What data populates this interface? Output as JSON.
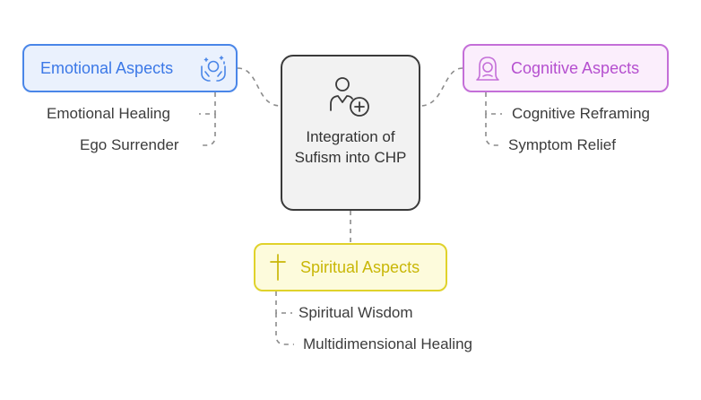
{
  "center": {
    "title": "Integration of Sufism into CHP",
    "icon": "person-plus-icon"
  },
  "branches": {
    "emotional": {
      "label": "Emotional Aspects",
      "icon": "hands-sparkle-icon",
      "color": "#4a86e8",
      "items": [
        "Emotional Healing",
        "Ego Surrender"
      ]
    },
    "cognitive": {
      "label": "Cognitive Aspects",
      "icon": "hooded-person-icon",
      "color": "#c46fd8",
      "items": [
        "Cognitive Reframing",
        "Symptom Relief"
      ]
    },
    "spiritual": {
      "label": "Spiritual Aspects",
      "icon": "cross-icon",
      "color": "#e0d22b",
      "items": [
        "Spiritual Wisdom",
        "Multidimensional Healing"
      ]
    }
  }
}
